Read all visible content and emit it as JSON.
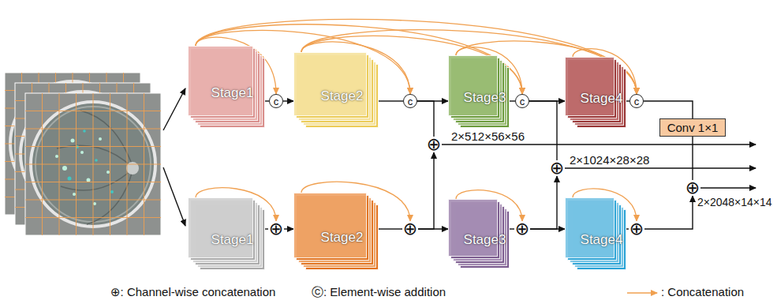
{
  "diagram": {
    "nodes": [
      {
        "text": [
          "Stage1"
        ]
      },
      {
        "text": [
          "c"
        ]
      },
      {
        "text": [
          "Stage2"
        ]
      },
      {
        "text": [
          "c"
        ]
      },
      {
        "text": [
          "Stage3"
        ]
      },
      {
        "text": [
          "c"
        ]
      },
      {
        "text": [
          "Stage4"
        ]
      },
      {
        "text": [
          "c"
        ]
      },
      {
        "text": [
          "Conv 1×1"
        ]
      },
      {
        "text": [
          "⊕"
        ]
      },
      {
        "text": [
          "⊕"
        ]
      },
      {
        "text": [
          "⊕"
        ]
      },
      {
        "text": [
          "Stage1"
        ]
      },
      {
        "text": [
          "⊕"
        ]
      },
      {
        "text": [
          "Stage2"
        ]
      },
      {
        "text": [
          "⊕"
        ]
      },
      {
        "text": [
          "Stage3"
        ]
      },
      {
        "text": [
          "⊕"
        ]
      },
      {
        "text": [
          "Stage4"
        ]
      },
      {
        "text": [
          "⊕"
        ]
      }
    ],
    "edges": [
      {
        "from": 0,
        "to": 1,
        "arrow": "none"
      },
      {
        "from": 1,
        "to": 2,
        "arrow": "to"
      },
      {
        "from": 2,
        "to": 3,
        "arrow": "none"
      },
      {
        "from": 3,
        "to": 4,
        "arrow": "to"
      },
      {
        "from": 4,
        "to": 5,
        "arrow": "none"
      },
      {
        "from": 5,
        "to": 6,
        "arrow": "to"
      },
      {
        "from": 6,
        "to": 7,
        "arrow": "none"
      },
      {
        "from": 7,
        "to": 8,
        "arrow": "none"
      },
      {
        "from": 8,
        "to": 11,
        "arrow": "none"
      },
      {
        "from": 3,
        "to": 9,
        "arrow": "none"
      },
      {
        "from": 15,
        "to": 9,
        "arrow": "to"
      },
      {
        "from": 5,
        "to": 10,
        "arrow": "none"
      },
      {
        "from": 17,
        "to": 10,
        "arrow": "to"
      },
      {
        "from": 19,
        "to": 11,
        "arrow": "to"
      },
      {
        "from": 12,
        "to": 13,
        "arrow": "none"
      },
      {
        "from": 13,
        "to": 14,
        "arrow": "to"
      },
      {
        "from": 14,
        "to": 15,
        "arrow": "none"
      },
      {
        "from": 15,
        "to": 16,
        "arrow": "to"
      },
      {
        "from": 16,
        "to": 17,
        "arrow": "none"
      },
      {
        "from": 17,
        "to": 18,
        "arrow": "to"
      },
      {
        "from": 18,
        "to": 19,
        "arrow": "none"
      },
      {
        "from": 0,
        "to": 1,
        "arrow": "to"
      },
      {
        "from": 0,
        "to": 3,
        "arrow": "to"
      },
      {
        "from": 0,
        "to": 5,
        "arrow": "to"
      },
      {
        "from": 0,
        "to": 7,
        "arrow": "to"
      },
      {
        "from": 2,
        "to": 3,
        "arrow": "to"
      },
      {
        "from": 2,
        "to": 5,
        "arrow": "to"
      },
      {
        "from": 2,
        "to": 7,
        "arrow": "to"
      },
      {
        "from": 4,
        "to": 5,
        "arrow": "to"
      },
      {
        "from": 4,
        "to": 7,
        "arrow": "to"
      },
      {
        "from": 6,
        "to": 7,
        "arrow": "to"
      },
      {
        "from": 12,
        "to": 13,
        "arrow": "to"
      },
      {
        "from": 14,
        "to": 15,
        "arrow": "to"
      },
      {
        "from": 16,
        "to": 17,
        "arrow": "to"
      },
      {
        "from": 18,
        "to": 19,
        "arrow": "to"
      }
    ],
    "labels": [
      "2×512×56×56",
      "2×1024×28×28",
      "2×2048×14×14"
    ],
    "legend": [
      {
        "text": "⊕: Channel-wise concatenation"
      },
      {
        "text": "ⓒ: Element-wise addition"
      },
      {
        "text": ": Concatenation"
      }
    ]
  }
}
